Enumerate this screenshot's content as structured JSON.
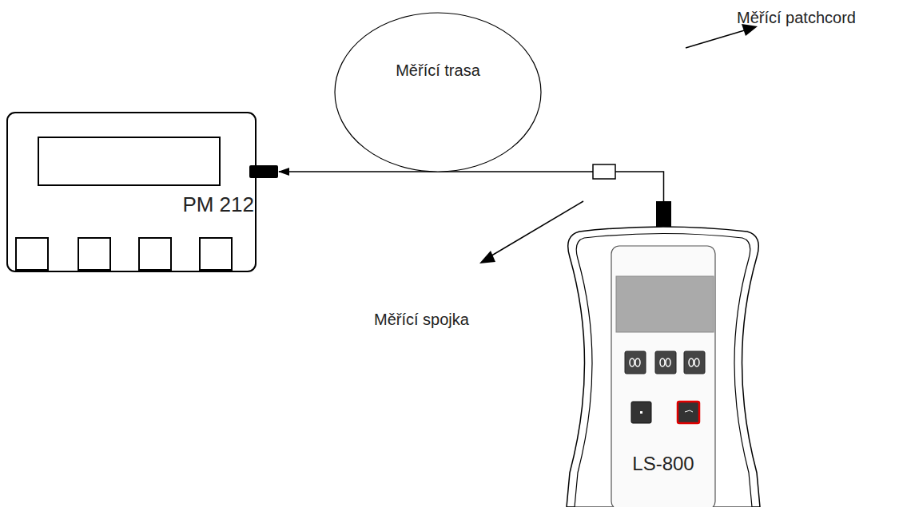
{
  "diagram": {
    "nodes": [
      {
        "text": [
          "Měřící trasa"
        ]
      },
      {
        "text": [
          "PM 212"
        ]
      },
      {
        "text": [
          "LS-800"
        ]
      }
    ],
    "edges": [
      {
        "from": 2,
        "to": 1,
        "arrow": "to"
      }
    ],
    "labels": [
      "Měřící patchcord",
      "Měřící spojka"
    ]
  }
}
